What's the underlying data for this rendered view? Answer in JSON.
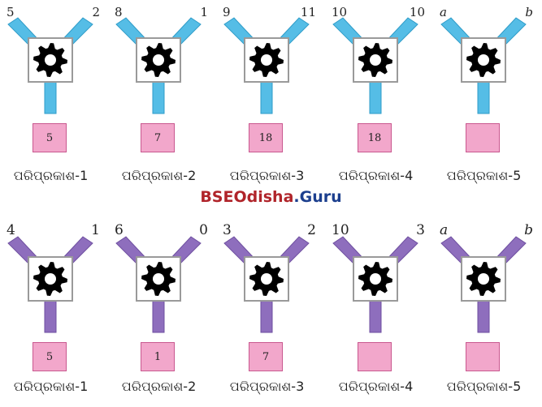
{
  "rows": [
    {
      "machines": [
        {
          "left": "5",
          "right": "2",
          "output": "5",
          "caption": "ପରିପ୍ରକାଶ-1"
        },
        {
          "left": "8",
          "right": "1",
          "output": "7",
          "caption": "ପରିପ୍ରକାଶ-2"
        },
        {
          "left": "9",
          "right": "11",
          "output": "18",
          "caption": "ପରିପ୍ରକାଶ-3"
        },
        {
          "left": "10",
          "right": "10",
          "output": "18",
          "caption": "ପରିପ୍ରକାଶ-4"
        },
        {
          "left": "a",
          "right": "b",
          "output": "",
          "caption": "ପରିପ୍ରକାଶ-5"
        }
      ],
      "arm_color": "#55bde6",
      "arm_stroke": "#2f9cc8"
    },
    {
      "machines": [
        {
          "left": "4",
          "right": "1",
          "output": "5",
          "caption": "ପରିପ୍ରକାଶ-1"
        },
        {
          "left": "6",
          "right": "0",
          "output": "1",
          "caption": "ପରିପ୍ରକାଶ-2"
        },
        {
          "left": "3",
          "right": "2",
          "output": "7",
          "caption": "ପରିପ୍ରକାଶ-3"
        },
        {
          "left": "10",
          "right": "3",
          "output": "",
          "caption": "ପରିପ୍ରକାଶ-4"
        },
        {
          "left": "a",
          "right": "b",
          "output": "",
          "caption": "ପରିପ୍ରକାଶ-5"
        }
      ],
      "arm_color": "#8e6ebd",
      "arm_stroke": "#6e4fa0"
    }
  ],
  "watermark": {
    "part1": "BSEOdisha",
    "part2": ".Guru"
  },
  "output_box_color": "#f2a7cb",
  "gear_color": "#000000",
  "icons": [
    "gear-icon"
  ]
}
